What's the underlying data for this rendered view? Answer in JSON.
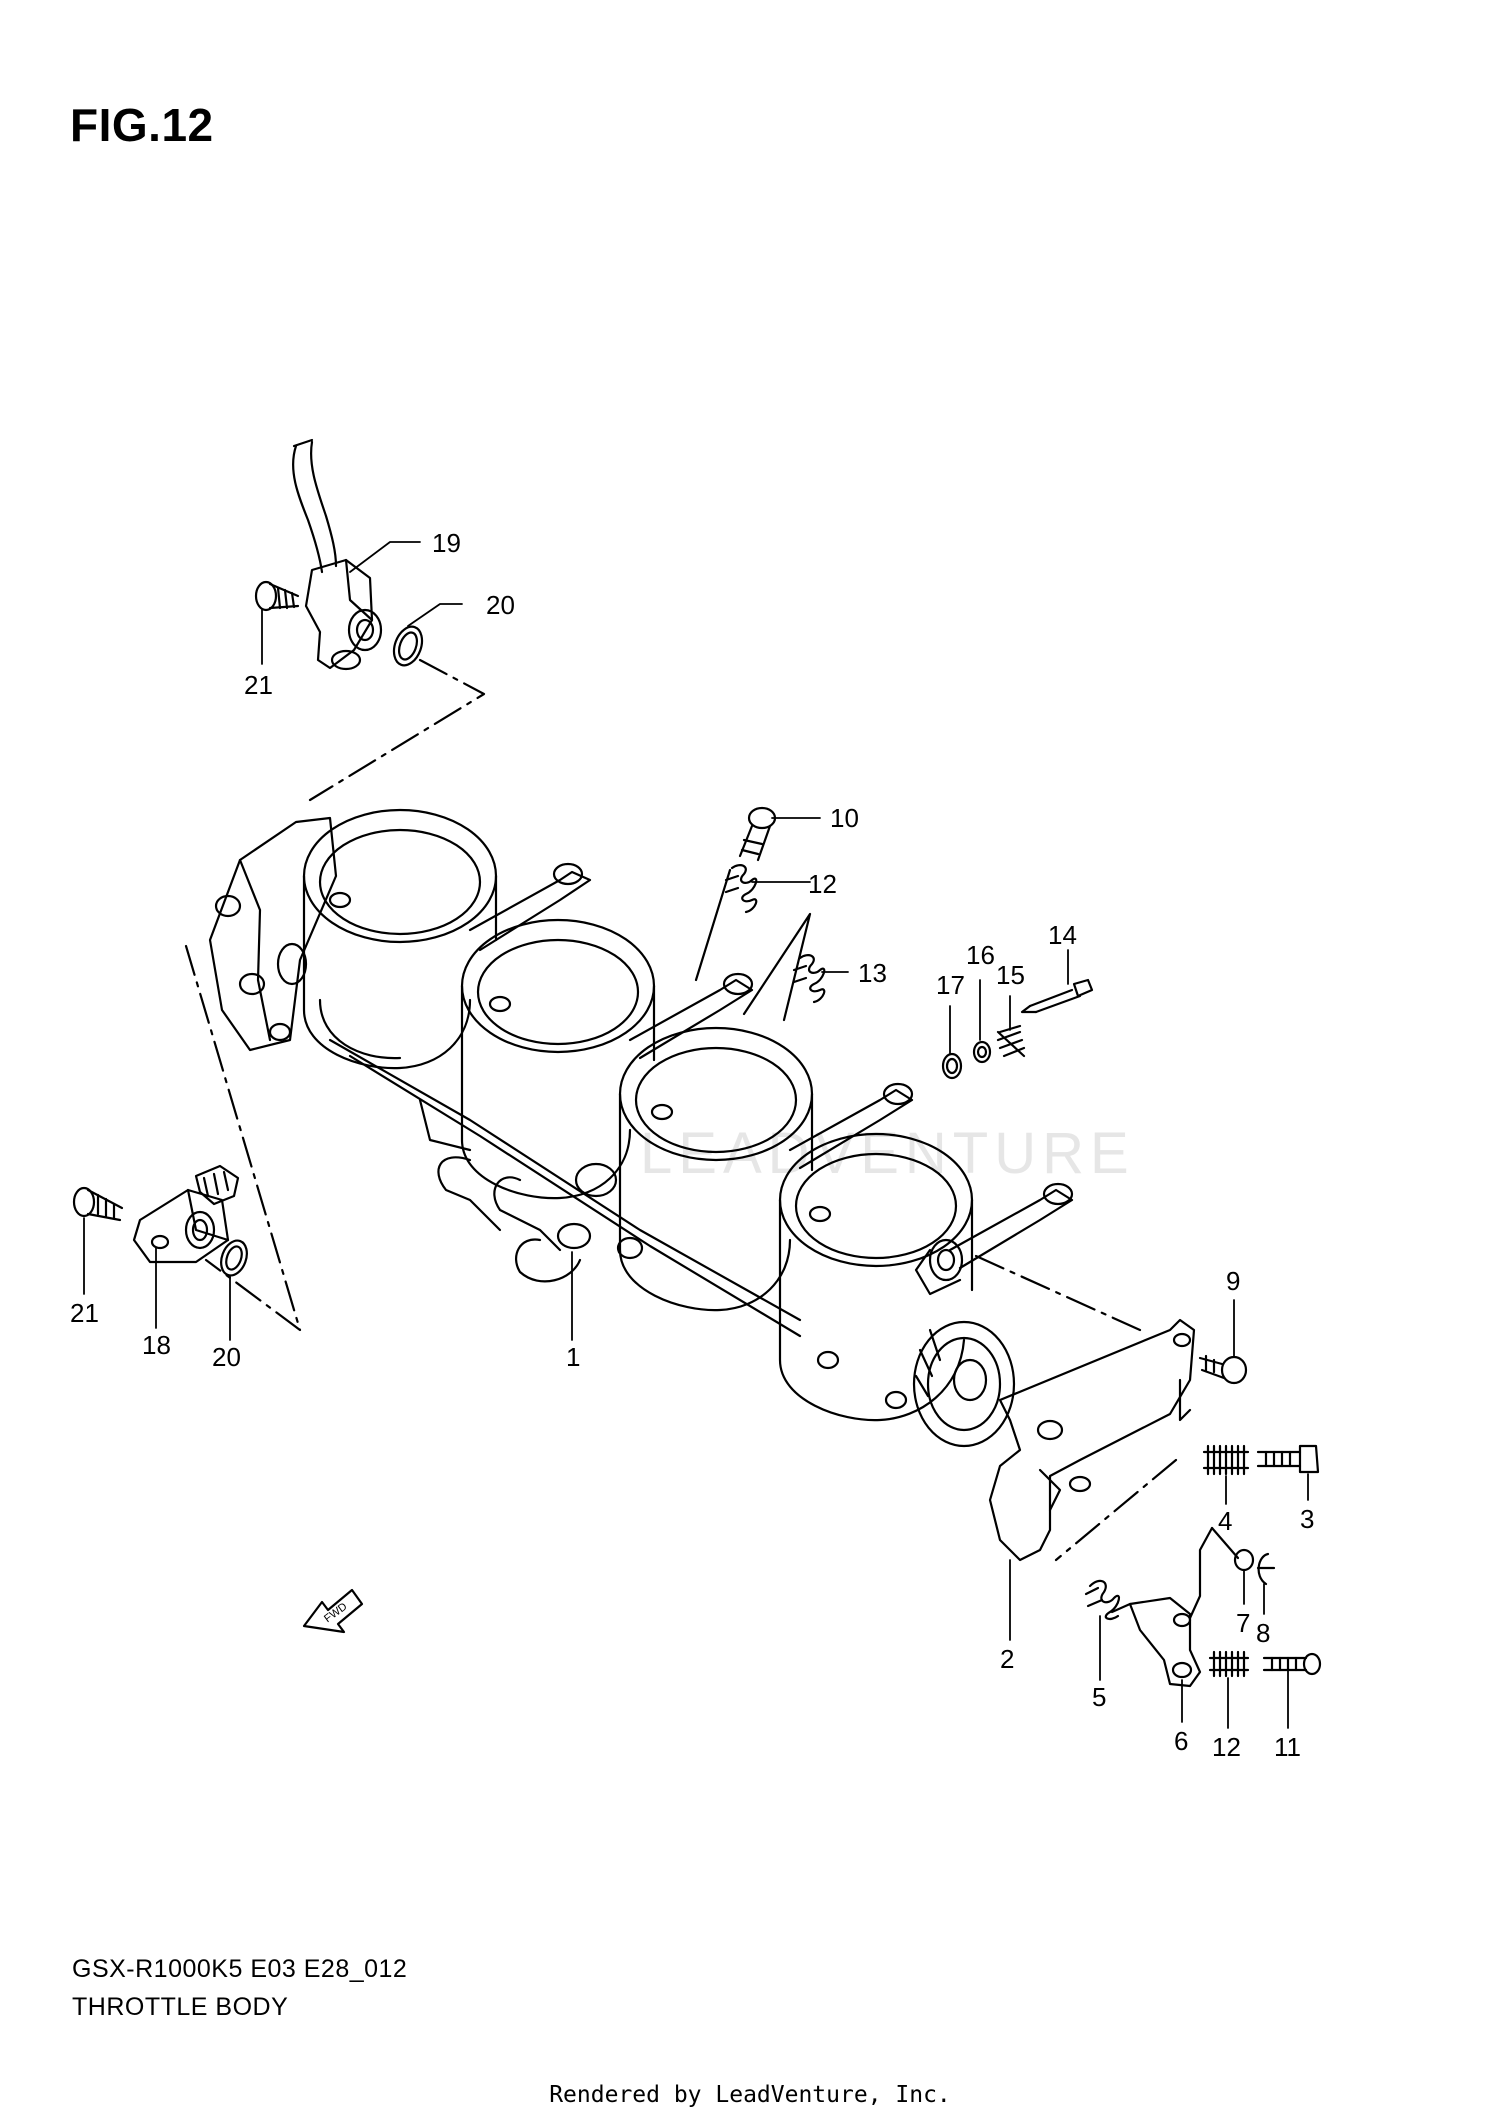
{
  "figure": {
    "title": "FIG.12",
    "model_code": "GSX-R1000K5 E03 E28_012",
    "section_name": "THROTTLE BODY"
  },
  "footer": {
    "text": "Rendered by LeadVenture, Inc."
  },
  "watermark": {
    "text": "LEADVENTURE"
  },
  "direction_indicator": {
    "label": "FWD",
    "icon": "fwd-arrow-icon"
  },
  "callouts": [
    {
      "id": "c19",
      "label": "19"
    },
    {
      "id": "c20a",
      "label": "20"
    },
    {
      "id": "c21a",
      "label": "21"
    },
    {
      "id": "c10",
      "label": "10"
    },
    {
      "id": "c12a",
      "label": "12"
    },
    {
      "id": "c13",
      "label": "13"
    },
    {
      "id": "c14",
      "label": "14"
    },
    {
      "id": "c16",
      "label": "16"
    },
    {
      "id": "c15",
      "label": "15"
    },
    {
      "id": "c17",
      "label": "17"
    },
    {
      "id": "c21b",
      "label": "21"
    },
    {
      "id": "c18",
      "label": "18"
    },
    {
      "id": "c20b",
      "label": "20"
    },
    {
      "id": "c1",
      "label": "1"
    },
    {
      "id": "c9",
      "label": "9"
    },
    {
      "id": "c4",
      "label": "4"
    },
    {
      "id": "c3",
      "label": "3"
    },
    {
      "id": "c2",
      "label": "2"
    },
    {
      "id": "c7",
      "label": "7"
    },
    {
      "id": "c8",
      "label": "8"
    },
    {
      "id": "c5",
      "label": "5"
    },
    {
      "id": "c6",
      "label": "6"
    },
    {
      "id": "c12b",
      "label": "12"
    },
    {
      "id": "c11",
      "label": "11"
    }
  ],
  "colors": {
    "line": "#000000",
    "background": "#ffffff",
    "watermark": "#e6e6e6"
  }
}
